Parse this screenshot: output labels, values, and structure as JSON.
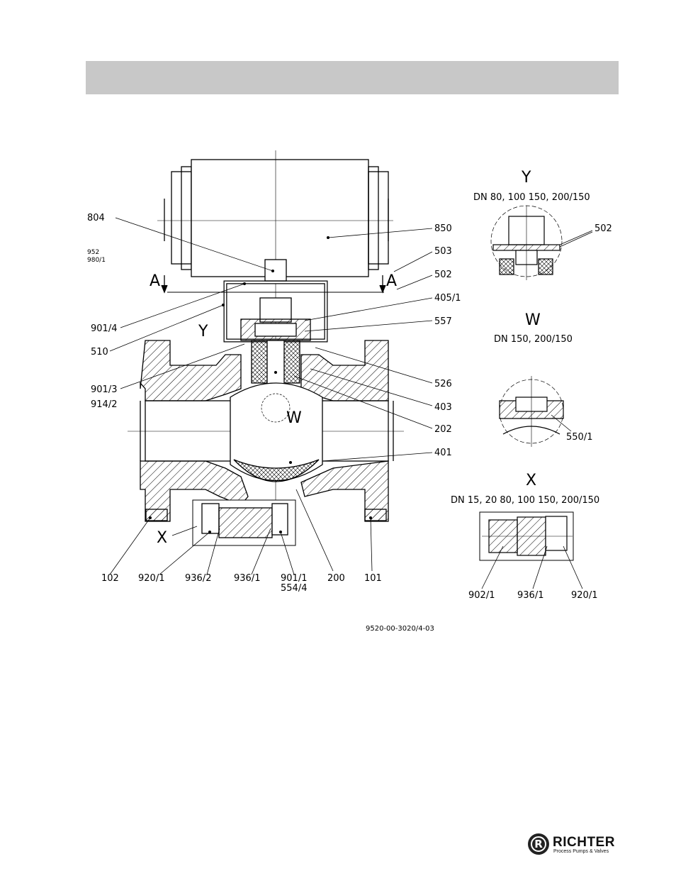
{
  "labels": {
    "p804": "804",
    "p952": "952",
    "p980_1": "980/1",
    "p850": "850",
    "p503": "503",
    "p502": "502",
    "p405_1": "405/1",
    "p557": "557",
    "p526": "526",
    "p403": "403",
    "p202": "202",
    "p401": "401",
    "p901_4": "901/4",
    "p510": "510",
    "p901_3": "901/3",
    "p914_2": "914/2",
    "p102": "102",
    "p920_1": "920/1",
    "p936_2": "936/2",
    "p936_1": "936/1",
    "p901_1": "901/1",
    "p554_4": "554/4",
    "p200": "200",
    "p101": "101",
    "sectionA": "A",
    "detailY": "Y",
    "detailW": "W",
    "detailX": "X"
  },
  "detail_y": {
    "title": "Y",
    "subtitle": "DN 80, 100 150, 200/150",
    "part": "502"
  },
  "detail_w": {
    "title": "W",
    "subtitle": "DN 150, 200/150",
    "part": "550/1"
  },
  "detail_x": {
    "title": "X",
    "subtitle": "DN 15, 20 80, 100 150, 200/150",
    "parts": [
      "902/1",
      "936/1",
      "920/1"
    ]
  },
  "drawing_number": "9520-00-3020/4-03",
  "logo": {
    "name": "RICHTER",
    "tagline": "Process Pumps & Valves",
    "mark": "R"
  }
}
